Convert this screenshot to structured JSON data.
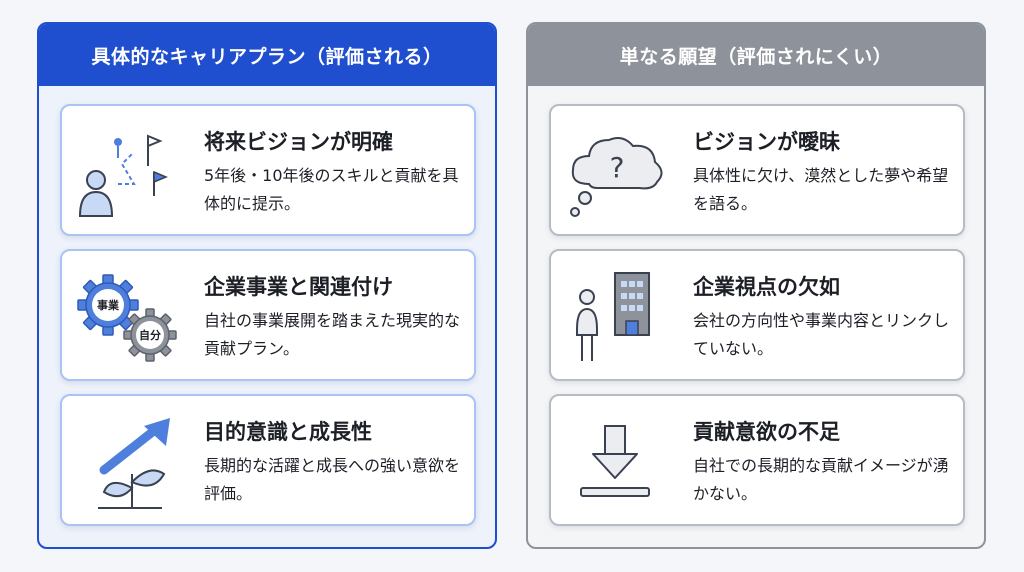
{
  "left_panel": {
    "title": "具体的なキャリアプラン（評価される）",
    "cards": [
      {
        "title": "将来ビジョンが明確",
        "desc": "5年後・10年後のスキルと貢献を具体的に提示。",
        "icon": "person-with-flags-icon"
      },
      {
        "title": "企業事業と関連付け",
        "desc": "自社の事業展開を踏まえた現実的な貢献プラン。",
        "icon": "gears-icon",
        "gear_labels": [
          "事業",
          "自分"
        ]
      },
      {
        "title": "目的意識と成長性",
        "desc": "長期的な活躍と成長への強い意欲を評価。",
        "icon": "growth-arrow-sprout-icon"
      }
    ]
  },
  "right_panel": {
    "title": "単なる願望（評価されにくい）",
    "cards": [
      {
        "title": "ビジョンが曖昧",
        "desc": "具体性に欠け、漠然とした夢や希望を語る。",
        "icon": "thought-cloud-question-icon",
        "glyph": "?"
      },
      {
        "title": "企業視点の欠如",
        "desc": "会社の方向性や事業内容とリンクしていない。",
        "icon": "person-and-building-icon"
      },
      {
        "title": "貢献意欲の不足",
        "desc": "自社での長期的な貢献イメージが湧かない。",
        "icon": "download-arrow-icon"
      }
    ]
  },
  "colors": {
    "accent_blue": "#1f4fcf",
    "header_gray": "#8e929b",
    "icon_light_blue": "#c8d9f6",
    "icon_blue": "#4f7fdc",
    "icon_gray": "#8e929b"
  }
}
